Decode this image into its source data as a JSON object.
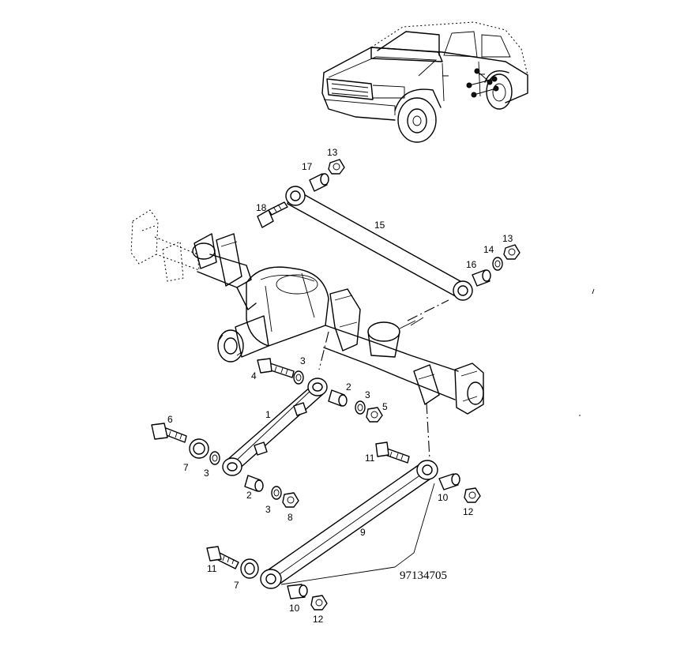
{
  "callouts": {
    "c1": "1",
    "c2a": "2",
    "c2b": "2",
    "c3a": "3",
    "c3b": "3",
    "c3c": "3",
    "c3d": "3",
    "c4": "4",
    "c5": "5",
    "c6": "6",
    "c7a": "7",
    "c7b": "7",
    "c8": "8",
    "c9": "9",
    "c10a": "10",
    "c10b": "10",
    "c11a": "11",
    "c11b": "11",
    "c12a": "12",
    "c12b": "12",
    "c13a": "13",
    "c13b": "13",
    "c14": "14",
    "c15": "15",
    "c16": "16",
    "c17": "17",
    "c18": "18"
  },
  "part_number": "97134705"
}
